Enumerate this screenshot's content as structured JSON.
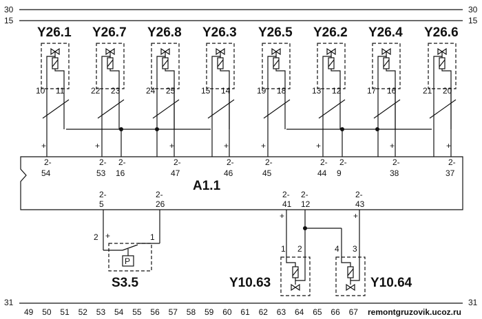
{
  "bus": {
    "top_a_left": "30",
    "top_a_right": "30",
    "top_b_left": "15",
    "top_b_right": "15",
    "bottom_left": "31",
    "bottom_right": "31"
  },
  "top_valves": [
    {
      "label": "Y26.1",
      "pin_a": "10",
      "pin_b": "11"
    },
    {
      "label": "Y26.7",
      "pin_a": "22",
      "pin_b": "23"
    },
    {
      "label": "Y26.8",
      "pin_a": "24",
      "pin_b": "25"
    },
    {
      "label": "Y26.3",
      "pin_a": "15",
      "pin_b": "14"
    },
    {
      "label": "Y26.5",
      "pin_a": "19",
      "pin_b": "18"
    },
    {
      "label": "Y26.2",
      "pin_a": "13",
      "pin_b": "12"
    },
    {
      "label": "Y26.4",
      "pin_a": "17",
      "pin_b": "16"
    },
    {
      "label": "Y26.6",
      "pin_a": "21",
      "pin_b": "20"
    }
  ],
  "module": {
    "label": "A1.1",
    "top_pins": [
      {
        "a": "2-",
        "b": "54"
      },
      {
        "a": "2-",
        "b": "53"
      },
      {
        "a": "2-",
        "b": "16"
      },
      {
        "a": "2-",
        "b": "47"
      },
      {
        "a": "2-",
        "b": "46"
      },
      {
        "a": "2-",
        "b": "45"
      },
      {
        "a": "2-",
        "b": "44"
      },
      {
        "a": "2-",
        "b": "9"
      },
      {
        "a": "2-",
        "b": "38"
      },
      {
        "a": "2-",
        "b": "37"
      }
    ],
    "bottom_pins": [
      {
        "a": "2-",
        "b": "5"
      },
      {
        "a": "2-",
        "b": "26"
      },
      {
        "a": "2-",
        "b": "41"
      },
      {
        "a": "2-",
        "b": "12"
      },
      {
        "a": "2-",
        "b": "43"
      }
    ],
    "plus_mark": "+"
  },
  "switch": {
    "label": "S3.5",
    "symbol": "P",
    "pin_left": "2",
    "pin_right": "1"
  },
  "bottom_valves": [
    {
      "label": "Y10.63",
      "pin_a": "1",
      "pin_b": "2"
    },
    {
      "label": "Y10.64",
      "pin_a": "4",
      "pin_b": "3"
    }
  ],
  "scale": [
    "49",
    "50",
    "51",
    "52",
    "53",
    "54",
    "55",
    "56",
    "57",
    "58",
    "59",
    "60",
    "61",
    "62",
    "63",
    "64",
    "65",
    "66",
    "67"
  ],
  "watermark": "remontgruzovik.ucoz.ru"
}
